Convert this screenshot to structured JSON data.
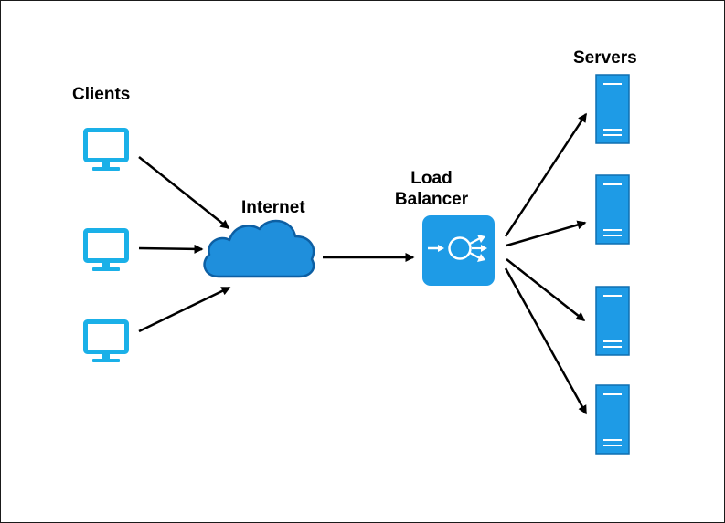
{
  "labels": {
    "clients": "Clients",
    "internet": "Internet",
    "load_balancer_line1": "Load",
    "load_balancer_line2": "Balancer",
    "servers": "Servers"
  },
  "icons": {
    "client": "monitor-icon",
    "internet": "cloud-icon",
    "load_balancer": "load-balancer-icon",
    "server": "server-icon"
  },
  "colors": {
    "client_icon": "#1ab0e8",
    "cloud_fill": "#1f8fdc",
    "cloud_stroke": "#0d5fa3",
    "load_balancer_fill": "#1e9be6",
    "server_fill": "#1e9be6",
    "server_stroke": "#0e6fb0",
    "arrow": "#000000"
  }
}
